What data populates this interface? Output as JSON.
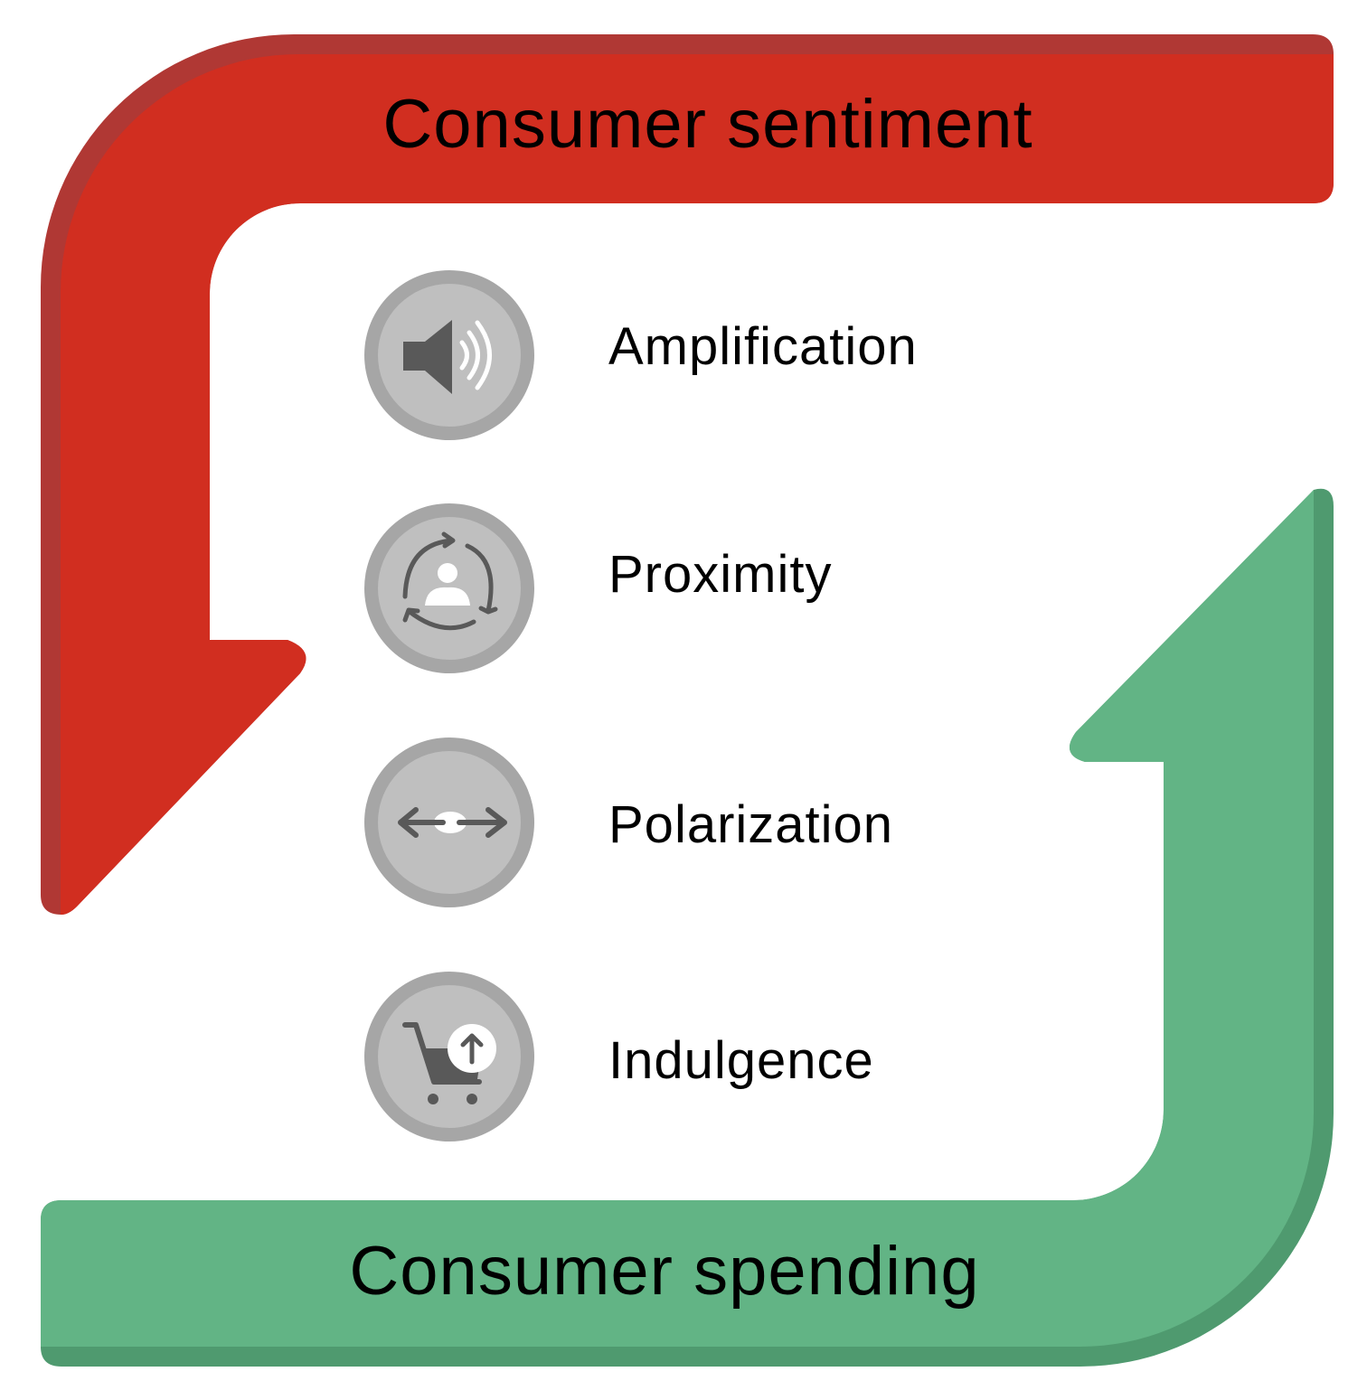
{
  "diagram": {
    "top_arrow": {
      "label": "Consumer sentiment",
      "color": "#d12e20",
      "shade": "#b03834"
    },
    "bottom_arrow": {
      "label": "Consumer spending",
      "color": "#62b485",
      "shade": "#4f9a6f"
    },
    "factors": [
      {
        "label": "Amplification",
        "icon": "speaker-icon"
      },
      {
        "label": "Proximity",
        "icon": "person-cycle-icon"
      },
      {
        "label": "Polarization",
        "icon": "bidirectional-arrow-icon"
      },
      {
        "label": "Indulgence",
        "icon": "cart-up-icon"
      }
    ]
  }
}
